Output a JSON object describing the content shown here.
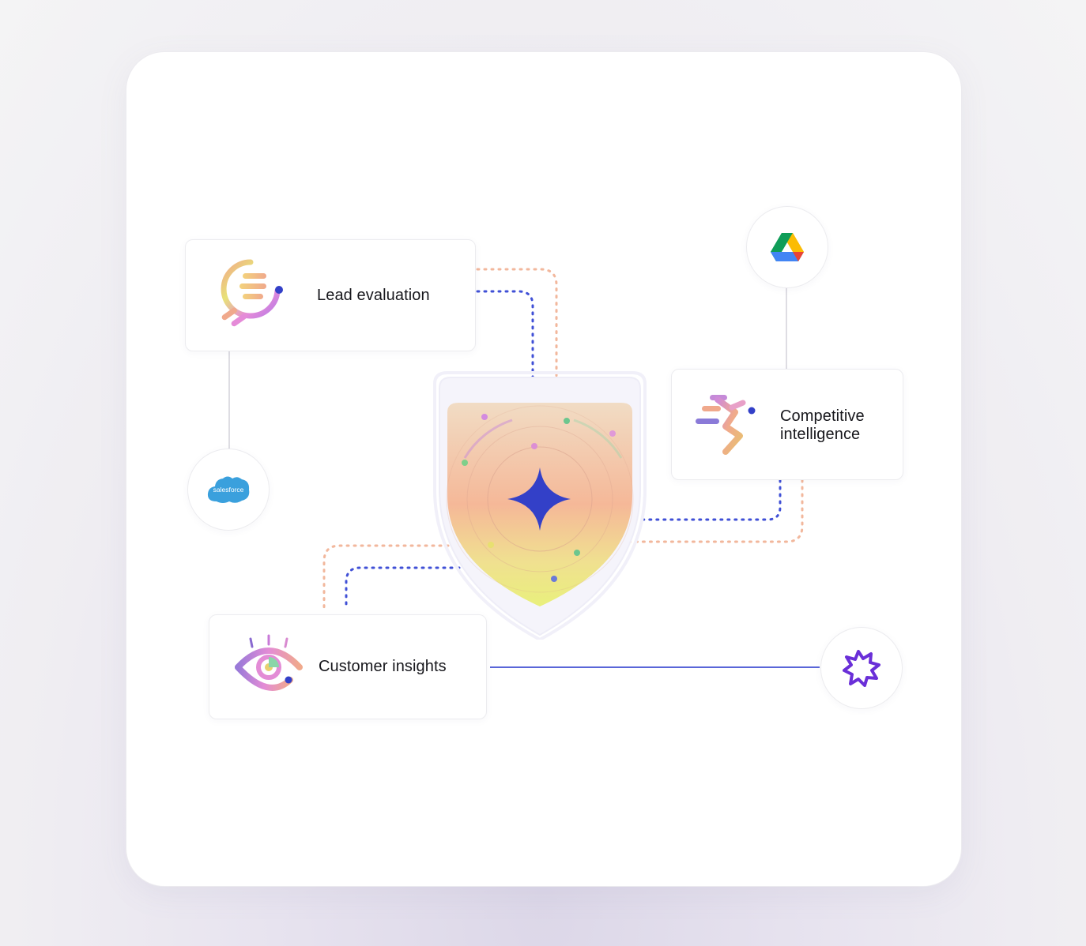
{
  "cards": {
    "lead_evaluation": "Lead evaluation",
    "competitive_intelligence_line1": "Competitive",
    "competitive_intelligence_line2": "intelligence",
    "customer_insights": "Customer insights"
  },
  "integrations": {
    "salesforce_logo_text": "salesforce",
    "google_drive_icon": "google-drive-icon",
    "spark_icon": "starburst-icon"
  },
  "colors": {
    "accent_blue": "#3c4bd6",
    "peach": "#f3b79a",
    "connector_gray": "#dcdce2",
    "salesforce_blue": "#3aa0dd"
  }
}
